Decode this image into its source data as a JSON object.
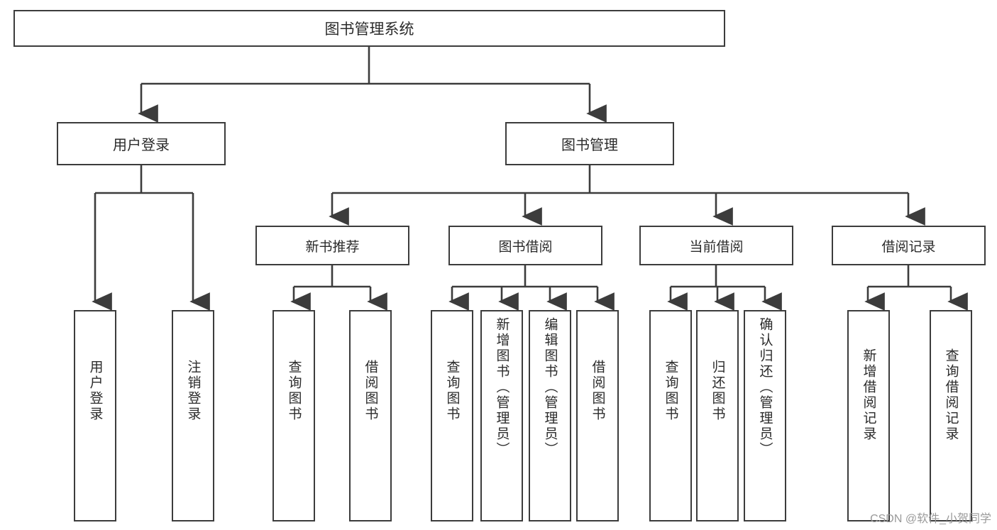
{
  "diagram": {
    "title": "图书管理系统",
    "watermark": "CSDN @软件_小贺同学",
    "stroke_color": "#3c3c3c",
    "text_color": "#2b2b2b",
    "background_color": "#ffffff"
  },
  "nodes": {
    "root": {
      "label": "图书管理系统"
    },
    "level1": [
      {
        "label": "用户登录"
      },
      {
        "label": "图书管理"
      }
    ],
    "level2": [
      {
        "label": "新书推荐"
      },
      {
        "label": "图书借阅"
      },
      {
        "label": "当前借阅"
      },
      {
        "label": "借阅记录"
      }
    ],
    "leaves": {
      "user_login": [
        {
          "label": "用户登录"
        },
        {
          "label": "注销登录"
        }
      ],
      "new_book_recommend": [
        {
          "label": "查询图书"
        },
        {
          "label": "借阅图书"
        }
      ],
      "book_borrow": [
        {
          "label": "查询图书"
        },
        {
          "label": "新增图书（管理员）"
        },
        {
          "label": "编辑图书（管理员）"
        },
        {
          "label": "借阅图书"
        }
      ],
      "current_borrow": [
        {
          "label": "查询图书"
        },
        {
          "label": "归还图书"
        },
        {
          "label": "确认归还（管理员）"
        }
      ],
      "borrow_record": [
        {
          "label": "新增借阅记录"
        },
        {
          "label": "查询借阅记录"
        }
      ]
    }
  }
}
